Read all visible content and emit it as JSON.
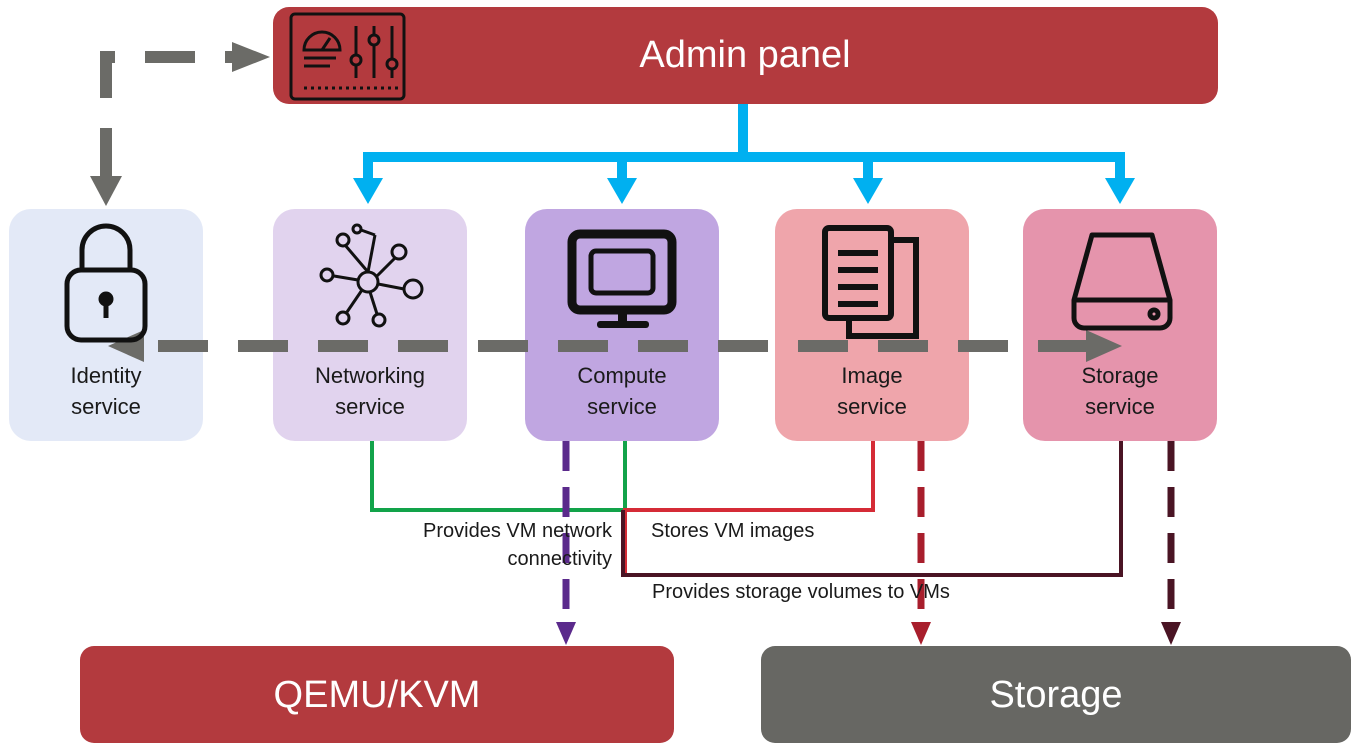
{
  "admin_panel": {
    "title": "Admin panel"
  },
  "services": [
    {
      "id": "identity",
      "label": "Identity\nservice"
    },
    {
      "id": "networking",
      "label": "Networking\nservice"
    },
    {
      "id": "compute",
      "label": "Compute\nservice"
    },
    {
      "id": "image",
      "label": "Image\nservice"
    },
    {
      "id": "storage",
      "label": "Storage\nservice"
    }
  ],
  "annotations": {
    "network": "Provides VM network\nconnectivity",
    "images": "Stores VM images",
    "volumes": "Provides storage volumes to VMs"
  },
  "backends": {
    "hypervisor": "QEMU/KVM",
    "storage": "Storage"
  },
  "colors": {
    "admin": "#B33A3E",
    "qemu": "#B33A3E",
    "storage_backend": "#676763",
    "identity_bg": "#E3E9F7",
    "networking_bg": "#E1D3EE",
    "compute_bg": "#C0A6E1",
    "image_bg": "#EFA5AB",
    "storage_bg": "#E594AC",
    "admin_flow": "#00B0F0",
    "identity_flow": "#6B6B67",
    "network_line": "#12A34A",
    "image_line": "#D52B36",
    "storage_line": "#4A1424",
    "compute_dash": "#5B2A8C",
    "image_dash": "#A81E2C",
    "storage_dash": "#4A1424"
  },
  "icons": [
    "control-panel-icon",
    "lock-icon",
    "network-hub-icon",
    "monitor-icon",
    "documents-icon",
    "hard-drive-icon"
  ]
}
